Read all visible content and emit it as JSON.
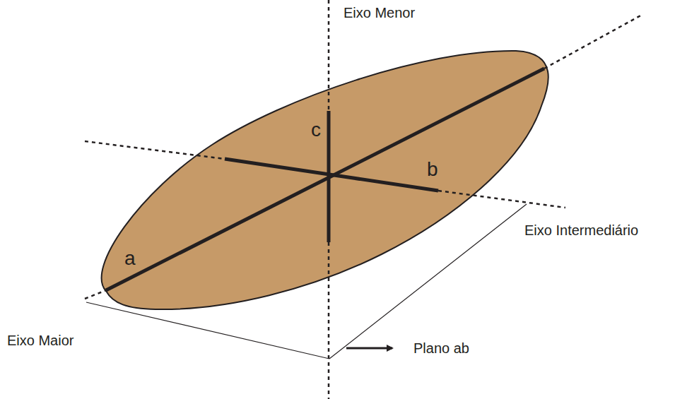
{
  "diagram": {
    "labels": [
      "Eixo Menor",
      "c",
      "b",
      "a",
      "Eixo Intermediário",
      "Eixo Maior",
      "Plano ab"
    ]
  }
}
